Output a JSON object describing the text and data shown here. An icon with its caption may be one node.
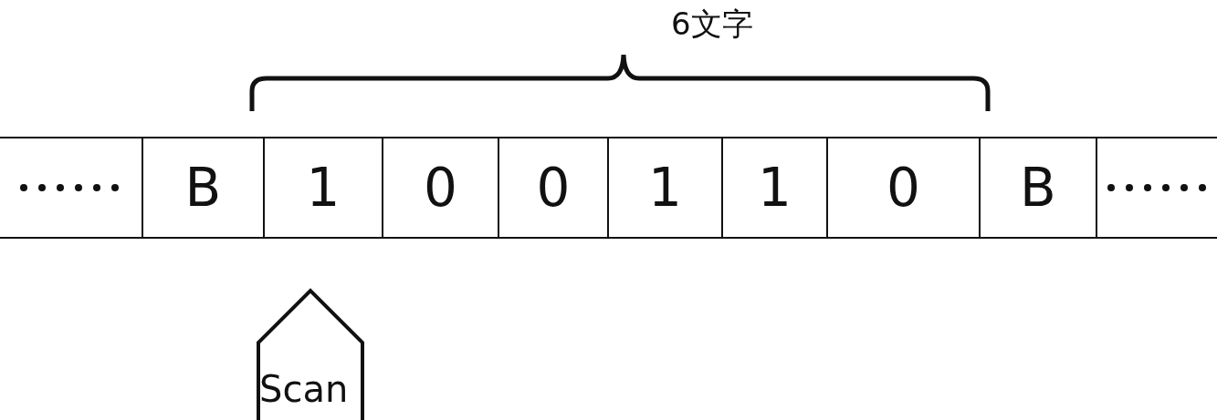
{
  "diagram": {
    "nodes": [
      {
        "text": [],
        "shape": "box"
      },
      {
        "text": [
          "B"
        ]
      },
      {
        "text": [
          "1"
        ]
      },
      {
        "text": [
          "0"
        ]
      },
      {
        "text": [
          "0"
        ]
      },
      {
        "text": [
          "1"
        ]
      },
      {
        "text": [
          "1"
        ]
      },
      {
        "text": [
          "0"
        ]
      },
      {
        "text": [
          "B"
        ]
      },
      {
        "text": [],
        "shape": "box"
      },
      {
        "text": [
          "Scan"
        ]
      }
    ],
    "edges": [],
    "labels": [
      "6文字"
    ]
  }
}
